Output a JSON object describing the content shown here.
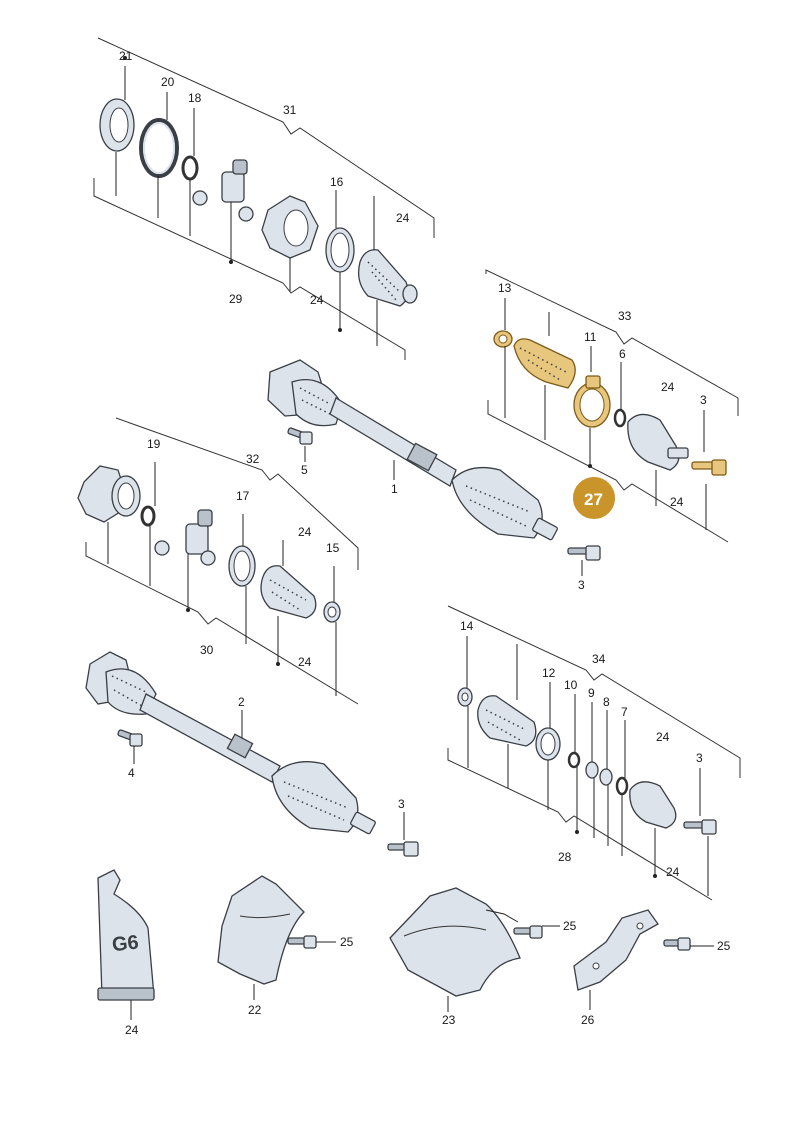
{
  "callouts": {
    "c21": "21",
    "c20": "20",
    "c18": "18",
    "c31": "31",
    "c16": "16",
    "c24a": "24",
    "c29": "29",
    "c24b": "24",
    "c13": "13",
    "c33": "33",
    "c11": "11",
    "c6": "6",
    "c24c": "24",
    "c3a": "3",
    "c27": "27",
    "c24d": "24",
    "c5": "5",
    "c1": "1",
    "c3b": "3",
    "c19": "19",
    "c32": "32",
    "c17": "17",
    "c24e": "24",
    "c15": "15",
    "c30": "30",
    "c24f": "24",
    "c2": "2",
    "c4": "4",
    "c3c": "3",
    "c14": "14",
    "c34": "34",
    "c12": "12",
    "c10": "10",
    "c9": "9",
    "c8": "8",
    "c7": "7",
    "c24g": "24",
    "c3d": "3",
    "c28": "28",
    "c24h": "24",
    "c24i": "24",
    "c22": "22",
    "c25a": "25",
    "c23": "23",
    "c25b": "25",
    "c26": "26",
    "c25c": "25"
  },
  "tube_label": "G6",
  "colors": {
    "highlight": "#e7c67d",
    "badge": "#c9942a"
  }
}
